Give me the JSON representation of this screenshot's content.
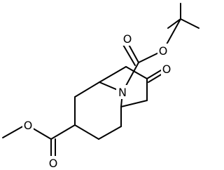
{
  "molecule": {
    "atoms": {
      "ring_nitrogen": "N",
      "carbamate_carbonyl_oxygen": "O",
      "carbamate_ester_oxygen": "O",
      "ketone_oxygen": "O",
      "methyl_ester_oxygen": "O",
      "ester_carbonyl_oxygen": "O"
    },
    "colors": {
      "bond": "#000000",
      "label": "#000000",
      "background": "#ffffff"
    }
  }
}
